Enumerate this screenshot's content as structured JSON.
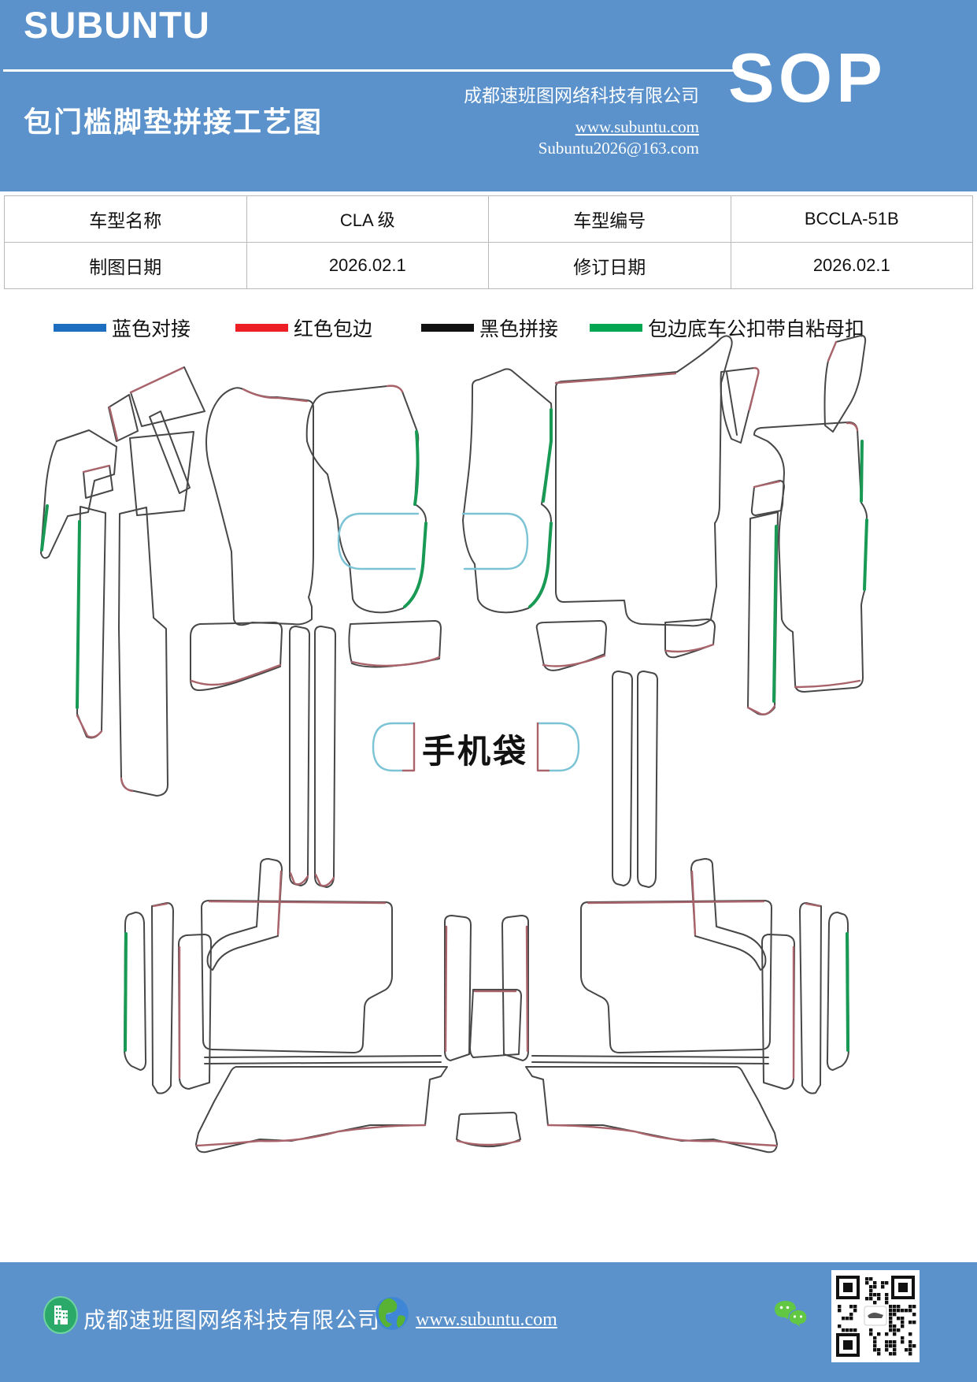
{
  "header": {
    "logo": "SUBUNTU",
    "title": "包门槛脚垫拼接工艺图",
    "company": "成都速班图网络科技有限公司",
    "website": "www.subuntu.com",
    "email": "Subuntu2026@163.com",
    "badge": "SOP",
    "bg_color": "#5b92cb"
  },
  "info_table": {
    "rows": [
      [
        "车型名称",
        "CLA 级",
        "车型编号",
        "BCCLA-51B"
      ],
      [
        "制图日期",
        "2026.02.1",
        "修订日期",
        "2026.02.1"
      ]
    ]
  },
  "legend": {
    "items": [
      {
        "label": "蓝色对接",
        "color": "#1d6ec1"
      },
      {
        "label": "红色包边",
        "color": "#ec2024"
      },
      {
        "label": "黑色拼接",
        "color": "#111111"
      },
      {
        "label": "包边底车公扣带自粘母扣",
        "color": "#00a652"
      }
    ]
  },
  "diagram": {
    "phone_pocket_label": "手机袋",
    "stroke_colors": {
      "outline": "#474747",
      "edge_red": "#a9636b",
      "edge_green": "#199a54",
      "edge_cyan": "#7cc4d5"
    }
  },
  "footer": {
    "company": "成都速班图网络科技有限公司",
    "website": "www.subuntu.com",
    "bg_color": "#5b92cb"
  }
}
